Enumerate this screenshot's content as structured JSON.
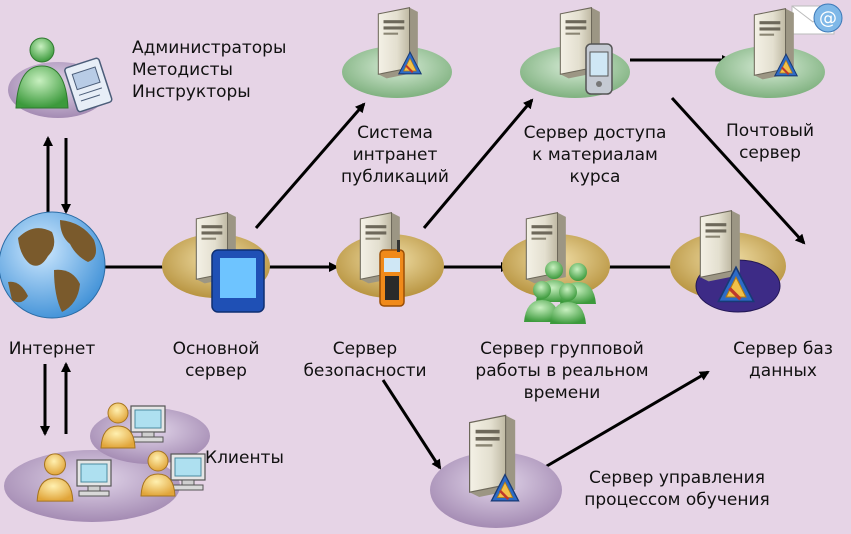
{
  "labels": {
    "admins": [
      "Администраторы",
      "Методисты",
      "Инструкторы"
    ],
    "intranet": [
      "Система",
      "интранет",
      "публикаций"
    ],
    "access": [
      "Сервер доступа",
      "к материалам",
      "курса"
    ],
    "mail": [
      "Почтовый",
      "сервер"
    ],
    "internet": "Интернет",
    "main": [
      "Основной",
      "сервер"
    ],
    "security": [
      "Сервер",
      "безопасности"
    ],
    "groupware": [
      "Сервер групповой",
      "работы в реальном",
      "времени"
    ],
    "database": [
      "Сервер баз",
      "данных"
    ],
    "clients": "Клиенты",
    "lms": [
      "Сервер управления",
      "процессом обучения"
    ]
  },
  "icons": {
    "admins": "admin-with-document-icon",
    "intranet": "server-icon",
    "access": "server-with-pda-icon",
    "mail": "server-with-email-icon",
    "internet": "globe-icon",
    "main": "server-with-tablet-icon",
    "security": "server-with-phone-icon",
    "groupware": "server-with-people-icon",
    "database": "database-server-icon",
    "clients": "client-workstations-icon",
    "lms": "server-icon"
  },
  "colors": {
    "background": "#e6d4e6",
    "green_base": "#8fc08f",
    "gold_base": "#c9aa55",
    "purple_base": "#b7a2c2",
    "arrow": "#000000"
  }
}
